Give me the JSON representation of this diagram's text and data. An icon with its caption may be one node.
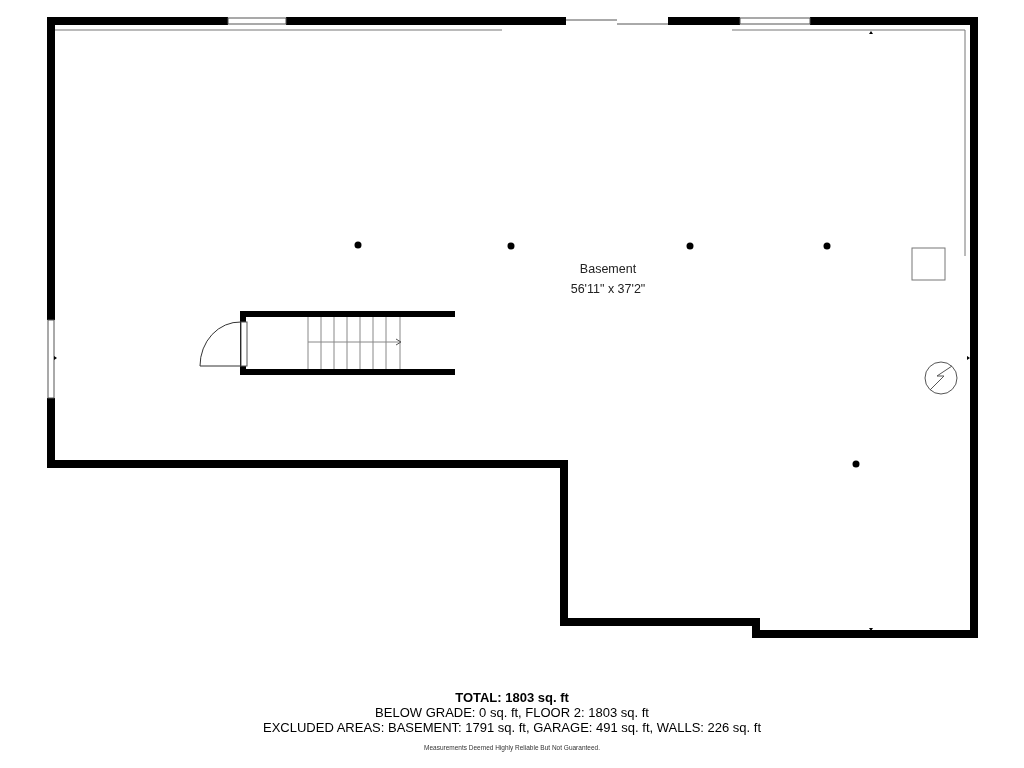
{
  "diagram": {
    "labels": [
      "Basement",
      "56'11\" x 37'2\"",
      "TOTAL: 1803 sq. ft",
      "BELOW GRADE: 0 sq. ft, FLOOR 2: 1803 sq. ft",
      "EXCLUDED AREAS: BASEMENT: 1791 sq. ft, GARAGE: 491 sq. ft, WALLS: 226 sq. ft",
      "Measurements Deemed Highly Reliable But Not Guaranteed."
    ]
  }
}
